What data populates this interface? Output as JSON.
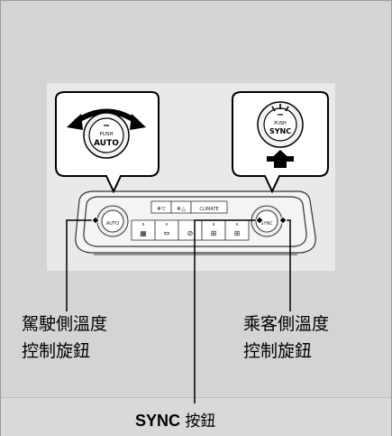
{
  "labels": {
    "driver_control_line1": "駕駛側溫度",
    "driver_control_line2": "控制旋鈕",
    "passenger_control_line1": "乘客側溫度",
    "passenger_control_line2": "控制旋鈕",
    "sync_button_bold": "SYNC",
    "sync_button_text": " 按鈕"
  },
  "knob_text": {
    "push": "PUSH",
    "auto": "AUTO",
    "sync": "SYNC"
  },
  "panel_buttons": {
    "top_row": [
      "❄▽",
      "❄△",
      "CLIMATE"
    ],
    "bottom_row": [
      "▦",
      "⇔",
      "⊘",
      "⊞",
      "⊞"
    ]
  },
  "colors": {
    "frame_bg": "#d4d4d4",
    "diagram_bg": "#e9e9e9",
    "leader_line": "#000000"
  }
}
